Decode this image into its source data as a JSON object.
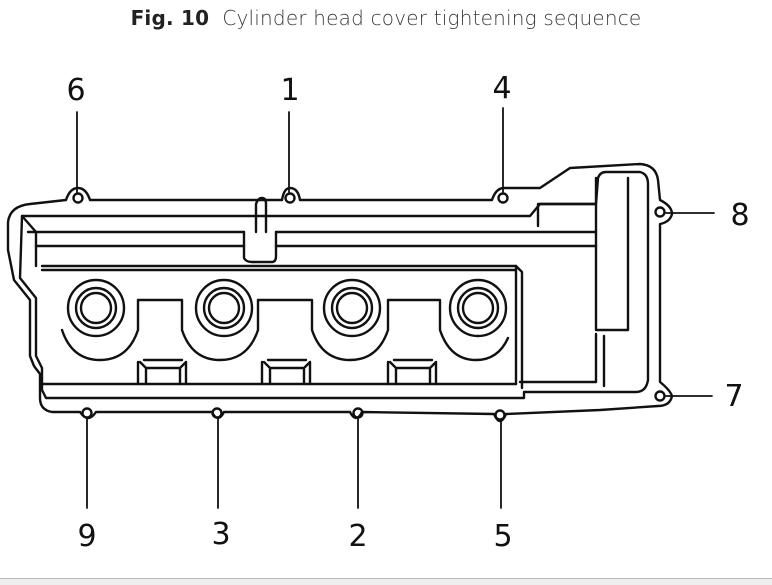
{
  "caption": {
    "figure_label": "Fig. 10",
    "text": "Cylinder head cover tightening sequence"
  },
  "diagram": {
    "subject": "cylinder head cover",
    "bolt_sequence_labels": {
      "top": [
        "6",
        "1",
        "4"
      ],
      "right": [
        "8",
        "7"
      ],
      "bottom": [
        "9",
        "3",
        "2",
        "5"
      ]
    },
    "line_color": "#111111",
    "background_color": "#ffffff"
  }
}
